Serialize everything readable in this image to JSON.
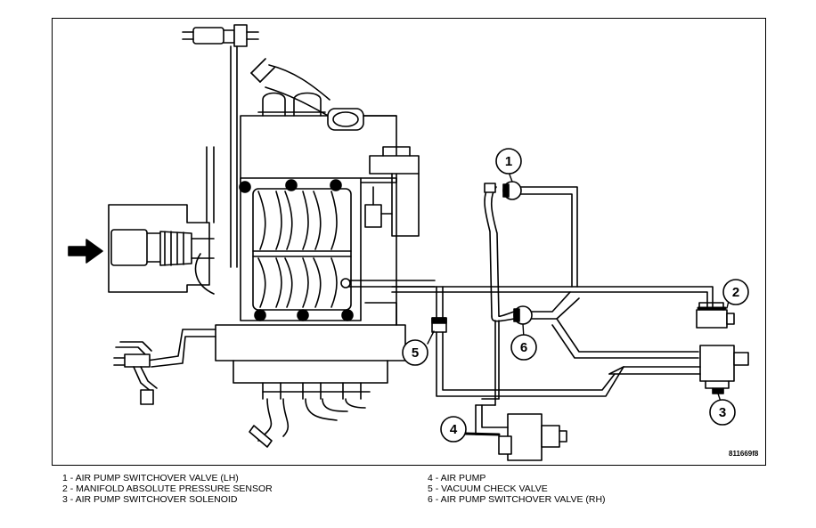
{
  "figure": {
    "id": "811669f8"
  },
  "callouts": [
    "1",
    "2",
    "3",
    "4",
    "5",
    "6"
  ],
  "legend": {
    "left": [
      "1 - AIR PUMP SWITCHOVER VALVE (LH)",
      "2 - MANIFOLD ABSOLUTE PRESSURE SENSOR",
      "3 - AIR PUMP SWITCHOVER SOLENOID"
    ],
    "right": [
      "4 - AIR PUMP",
      "5 - VACUUM CHECK VALVE",
      "6 - AIR PUMP SWITCHOVER VALVE (RH)"
    ]
  }
}
